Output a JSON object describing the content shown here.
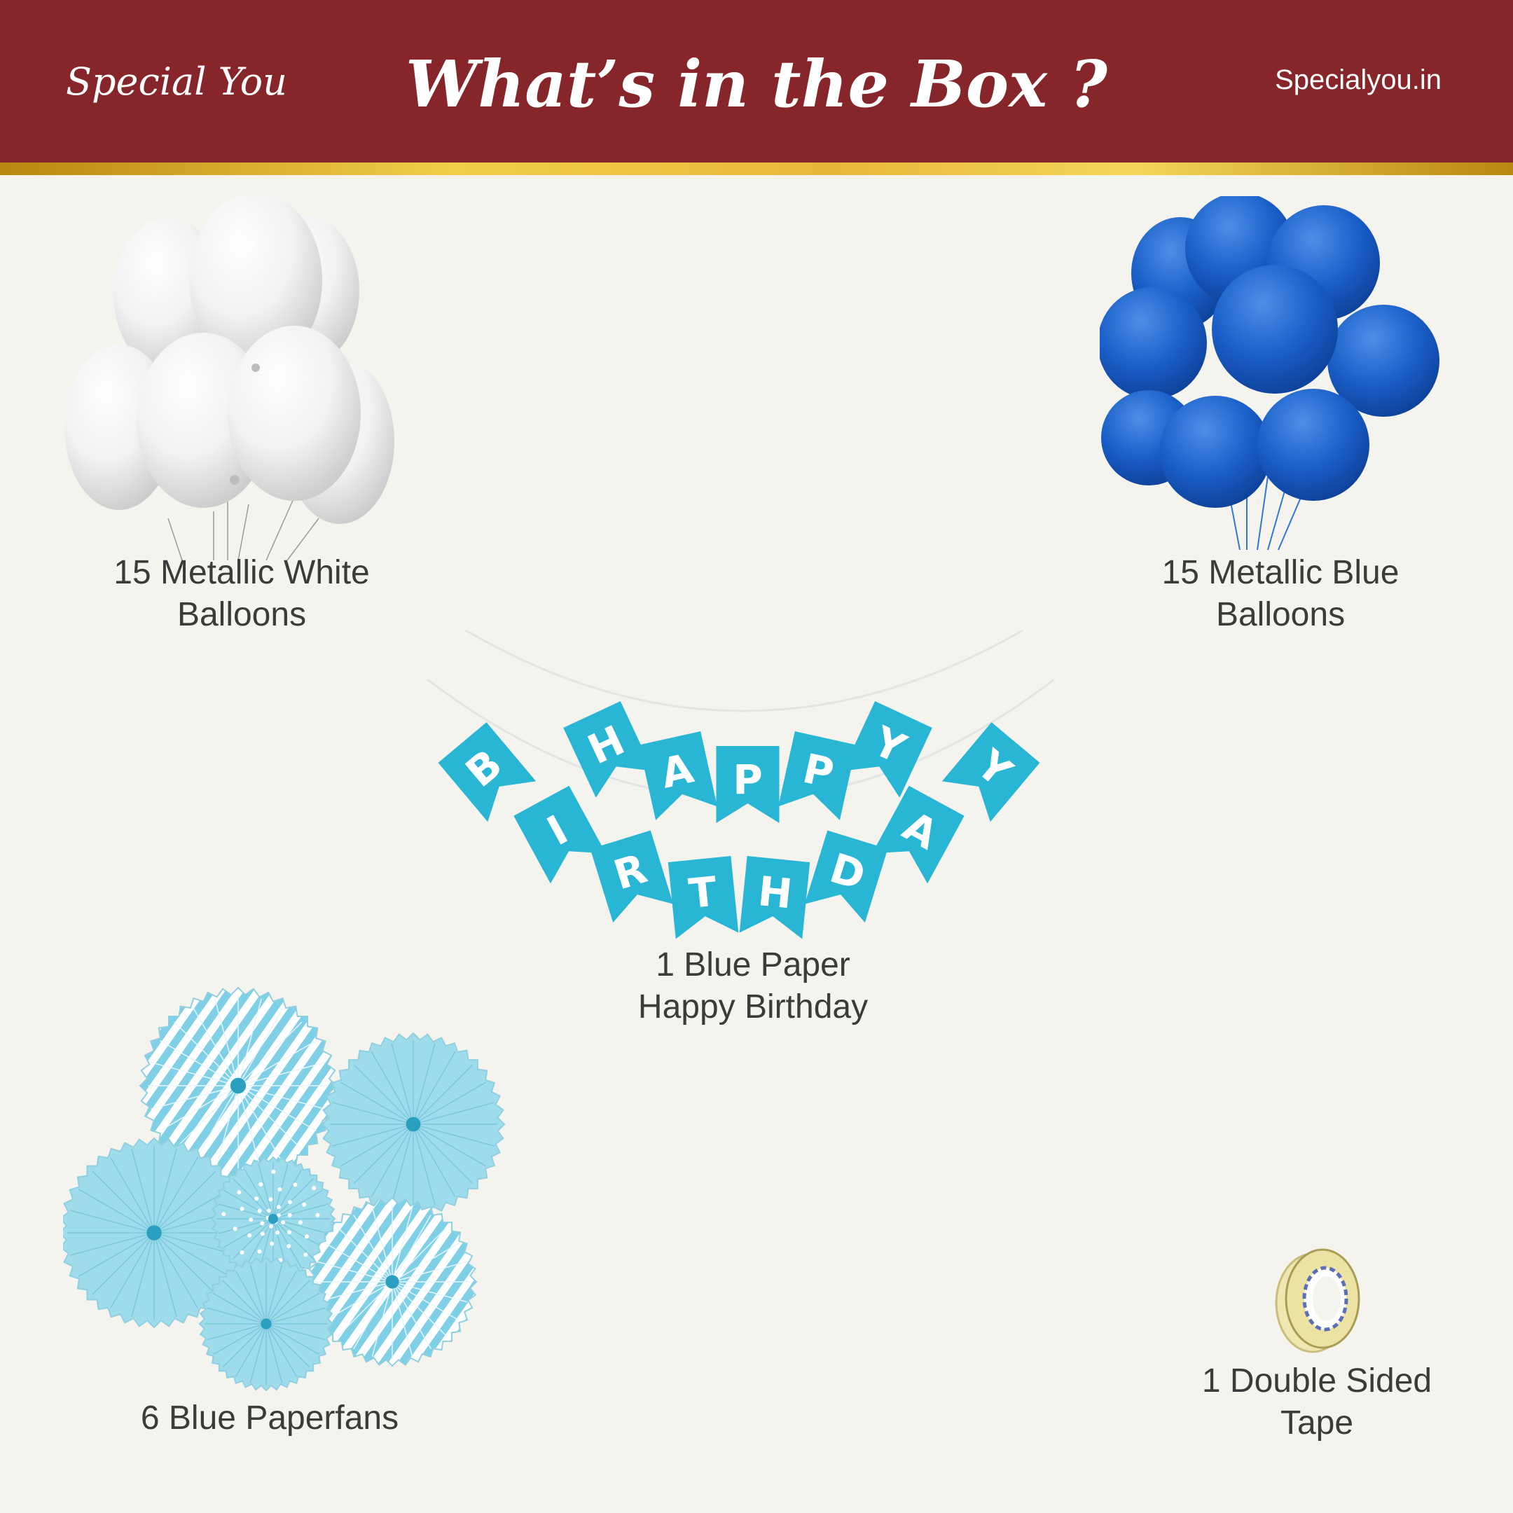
{
  "header": {
    "brand": "Special You",
    "title": "What’s in the Box ?",
    "website": "Specialyou.in"
  },
  "items": [
    {
      "line1": "15 Metallic White",
      "line2": "Balloons",
      "icon": "white-balloon-bunch"
    },
    {
      "line1": "15 Metallic Blue",
      "line2": "Balloons",
      "icon": "blue-balloon-bunch"
    },
    {
      "line1": "1 Blue Paper",
      "line2": "Happy Birthday",
      "icon": "happy-birthday-banner"
    },
    {
      "line1": "6 Blue Paperfans",
      "icon": "paper-fans"
    },
    {
      "line1": "1 Double Sided",
      "line2": "Tape",
      "icon": "tape-roll"
    }
  ],
  "banner": {
    "row1": [
      "H",
      "A",
      "P",
      "P",
      "Y"
    ],
    "row2": [
      "B",
      "I",
      "R",
      "T",
      "H",
      "D",
      "A",
      "Y"
    ]
  },
  "colors": {
    "header": "#86262a",
    "gold": "#e7b838",
    "background": "#f4f3ee",
    "banner_flag": "#29b6d4",
    "blue_balloon": "#1a5fc8",
    "paper_fan": "#9fdceb"
  }
}
